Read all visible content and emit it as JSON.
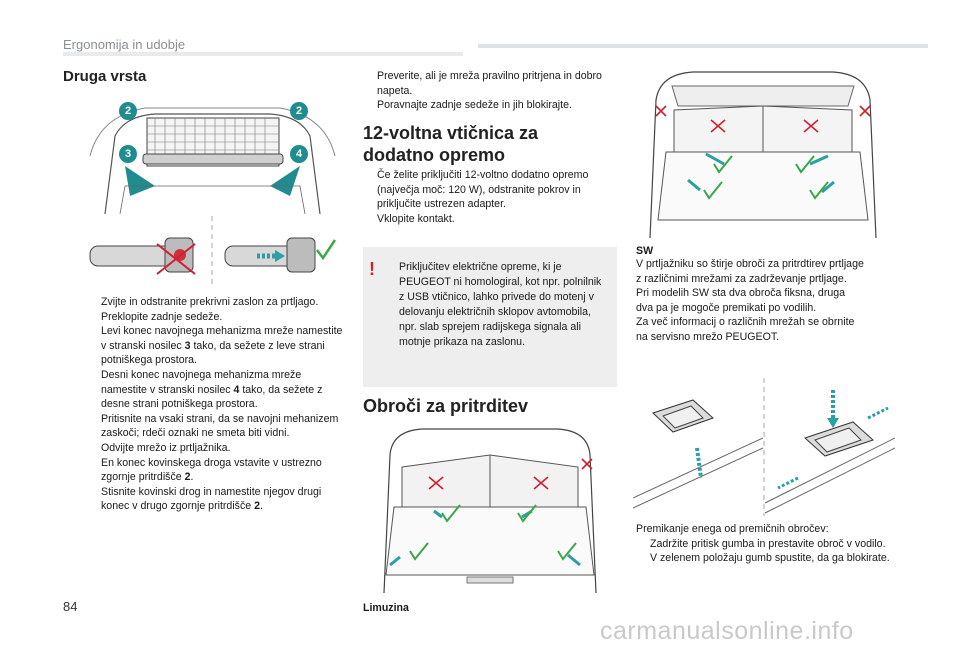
{
  "header": {
    "title": "Ergonomija in udobje"
  },
  "left": {
    "heading": "Druga vrsta",
    "callouts": [
      "2",
      "2",
      "3",
      "4"
    ],
    "bullets": [
      [
        "Zvijte in odstranite prekrivni zaslon za prtljago."
      ],
      [
        "Preklopite zadnje sedeže."
      ],
      [
        "Levi konec navojnega mehanizma mreže namestite v stranski nosilec ",
        "3",
        " tako, da sežete z leve strani potniškega prostora."
      ],
      [
        "Desni konec navojnega mehanizma mreže namestite v stranski nosilec ",
        "4",
        " tako, da sežete z desne strani potniškega prostora."
      ],
      [
        "Pritisnite na vsaki strani, da se navojni mehanizem zaskoči; rdeči oznaki ne smeta biti vidni."
      ],
      [
        "Odvijte mrežo iz prtljažnika."
      ],
      [
        "En konec kovinskega droga vstavite v ustrezno zgornje pritrdišče ",
        "2",
        "."
      ],
      [
        "Stisnite kovinski drog in namestite njegov drugi konec v drugo zgornje pritrdišče ",
        "2",
        "."
      ]
    ]
  },
  "middle": {
    "top_bullets": [
      "Preverite, ali je mreža pravilno pritrjena in dobro napeta.",
      "Poravnajte zadnje sedeže in jih blokirajte."
    ],
    "heading_line1": "12-voltna vtičnica za",
    "heading_line2": "dodatno opremo",
    "bullets": [
      "Če želite priključiti 12-voltno dodatno opremo (največja moč: 120 W), odstranite pokrov in priključite ustrezen adapter.",
      "Vklopite kontakt."
    ],
    "warning_icon": "!",
    "warning_text": "Priključitev električne opreme, ki je PEUGEOT ni homologiral, kot npr. polnilnik z USB vtičnico, lahko privede do motenj v delovanju električnih sklopov avtomobila, npr. slab sprejem radijskega signala ali motnje prikaza na zaslonu.",
    "heading2": "Obroči za pritrditev",
    "fig_label": "Limuzina"
  },
  "right": {
    "sw_label": "SW",
    "sw_text": "V prtljažniku so štirje obroči za pritrdtirev prtljage z različnimi mrežami za zadrževanje prtljage. Pri modelih SW sta dva obroča fiksna, druga dva pa je mogoče premikati po vodilih. Za več informacij o različnih mrežah se obrnite na servisno mrežo PEUGEOT.",
    "sw_lines": [
      "V prtljažniku so štirje obroči za pritrdtirev prtljage",
      "z različnimi mrežami za zadrževanje prtljage.",
      "Pri modelih SW sta dva obroča fiksna, druga",
      "dva pa je mogoče premikati po vodilih.",
      "Za več informacij o različnih mrežah se obrnite",
      "na servisno mrežo PEUGEOT."
    ],
    "move_intro": "Premikanje enega od premičnih obročev:",
    "move_bullets": [
      "Zadržite pritisk gumba in prestavite obroč v vodilo.",
      "V zelenem položaju gumb spustite, da ga blokirate."
    ]
  },
  "page_number": "84",
  "watermark": "carmanualsonline.info",
  "bullet_glyph": "",
  "colors": {
    "accent_green": "#3aa84a",
    "accent_red": "#d0202e",
    "callout_teal": "#1f8d8f",
    "arrow_teal": "#2aa0a3"
  }
}
